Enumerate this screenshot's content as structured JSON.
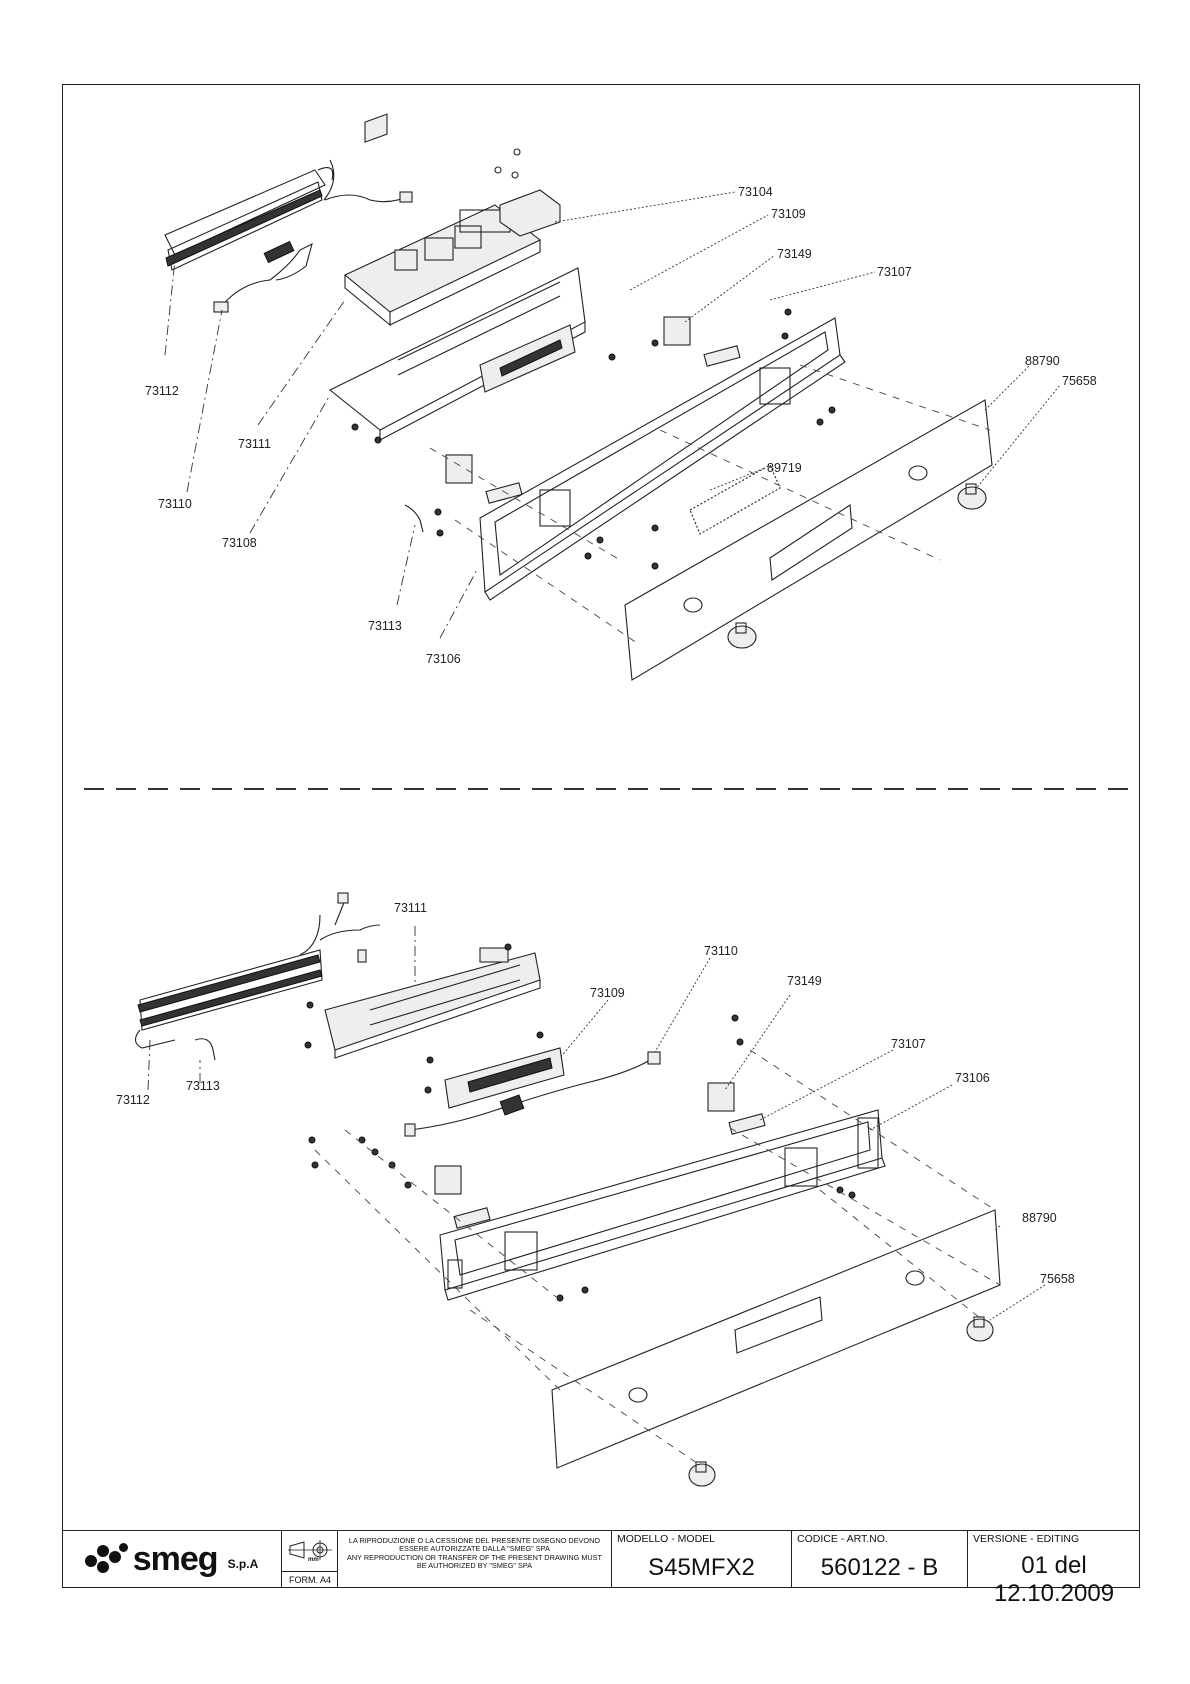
{
  "drawing": {
    "upper_view": {
      "labels": [
        "73104",
        "73109",
        "73149",
        "73107",
        "88790",
        "75658",
        "73112",
        "73111",
        "73110",
        "73108",
        "89719",
        "73113",
        "73106"
      ]
    },
    "lower_view": {
      "labels": [
        "73111",
        "73110",
        "73109",
        "73149",
        "73107",
        "73106",
        "88790",
        "75658",
        "73112",
        "73113"
      ]
    }
  },
  "title_block": {
    "brand": "smeg",
    "brand_suffix": "S.p.A",
    "unit": "mm",
    "form": "FORM. A4",
    "notice_it": "LA RIPRODUZIONE O LA CESSIONE DEL PRESENTE DISEGNO DEVONO ESSERE AUTORIZZATE DALLA \"SMEG\" SPA",
    "notice_en": "ANY REPRODUCTION OR TRANSFER OF THE PRESENT DRAWING MUST BE AUTHORIZED BY \"SMEG\" SPA",
    "model_caption": "MODELLO - MODEL",
    "model_value": "S45MFX2",
    "code_caption": "CODICE - ART.NO.",
    "code_value": "560122 - B",
    "version_caption": "VERSIONE - EDITING",
    "version_value": "01 del 12.10.2009"
  }
}
